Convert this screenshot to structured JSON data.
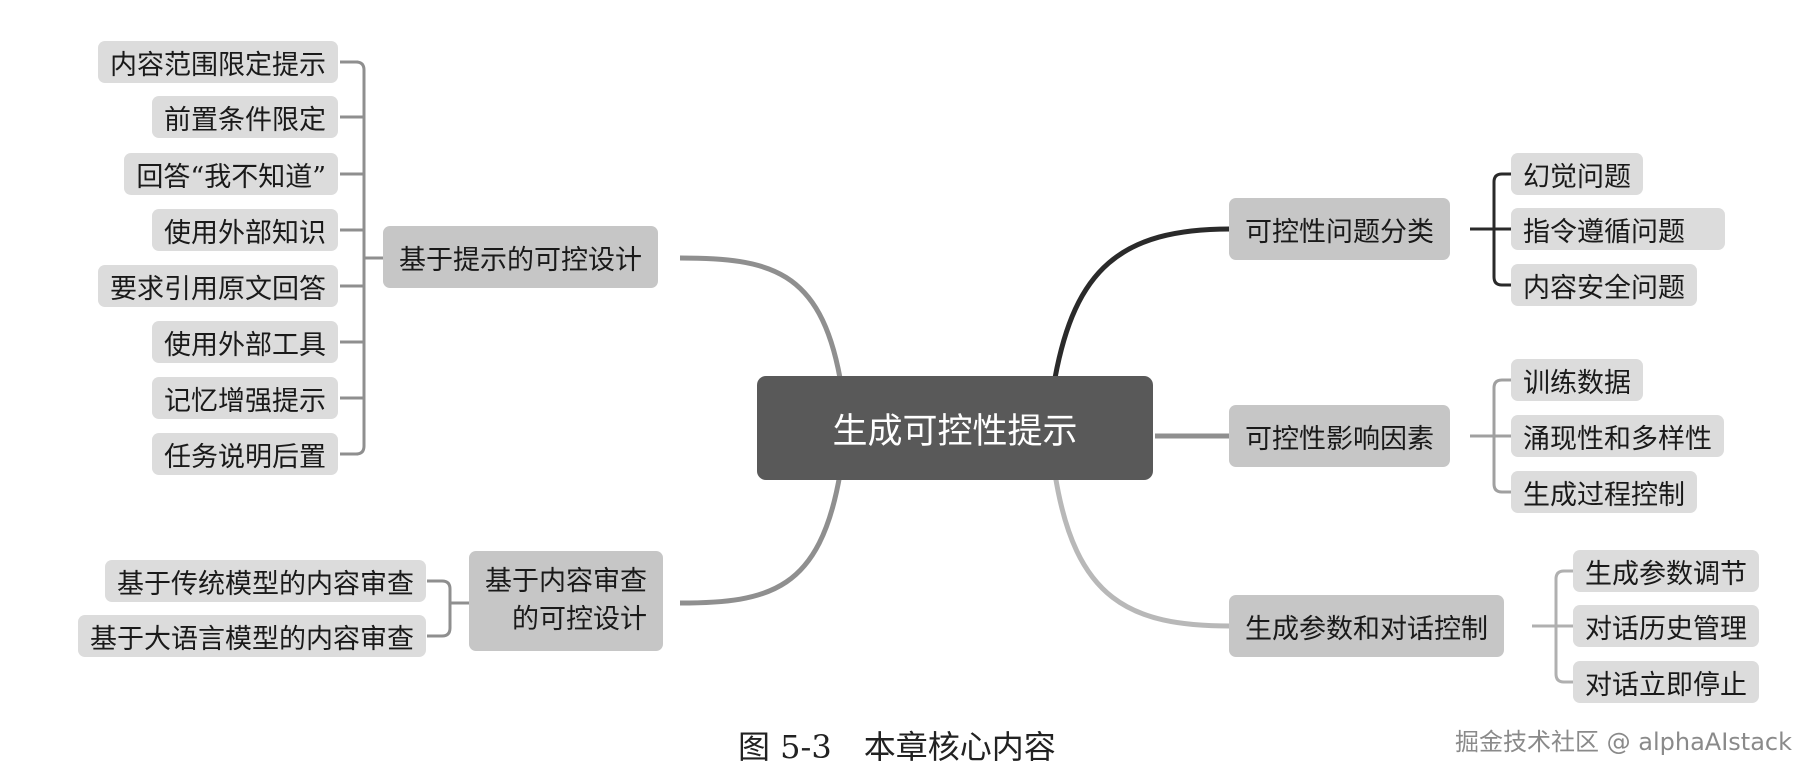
{
  "root": "生成可控性提示",
  "left_top": {
    "branch": "基于提示的可控设计",
    "leaves": [
      "内容范围限定提示",
      "前置条件限定",
      "回答“我不知道”",
      "使用外部知识",
      "要求引用原文回答",
      "使用外部工具",
      "记忆增强提示",
      "任务说明后置"
    ]
  },
  "left_bottom": {
    "branch_line1": "基于内容审查",
    "branch_line2": "的可控设计",
    "leaves": [
      "基于传统模型的内容审查",
      "基于大语言模型的内容审查"
    ]
  },
  "right_top": {
    "branch": "可控性问题分类",
    "leaves": [
      "幻觉问题",
      "指令遵循问题",
      "内容安全问题"
    ]
  },
  "right_mid": {
    "branch": "可控性影响因素",
    "leaves": [
      "训练数据",
      "涌现性和多样性",
      "生成过程控制"
    ]
  },
  "right_bottom": {
    "branch": "生成参数和对话控制",
    "leaves": [
      "生成参数调节",
      "对话历史管理",
      "对话立即停止"
    ]
  },
  "caption": "图 5-3　本章核心内容",
  "watermark": "掘金技术社区 @ alphaAIstack"
}
